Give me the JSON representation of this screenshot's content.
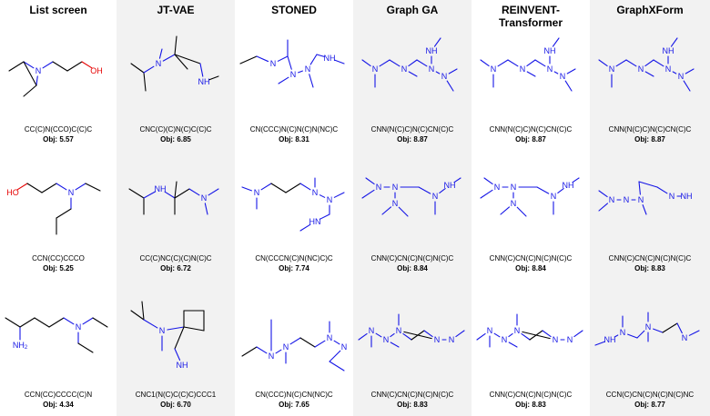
{
  "columns": [
    {
      "header": "List screen",
      "shaded": false,
      "cells": [
        {
          "smiles": "CC(C)N(CCO)C(C)C",
          "obj": "Obj: 5.57"
        },
        {
          "smiles": "CCN(CC)CCCO",
          "obj": "Obj: 5.25"
        },
        {
          "smiles": "CCN(CC)CCCC(C)N",
          "obj": "Obj: 4.34"
        }
      ]
    },
    {
      "header": "JT-VAE",
      "shaded": true,
      "cells": [
        {
          "smiles": "CNC(C)(C)N(C)C(C)C",
          "obj": "Obj: 6.85"
        },
        {
          "smiles": "CC(C)NC(C)(C)N(C)C",
          "obj": "Obj: 6.72"
        },
        {
          "smiles": "CNC1(N(C)C(C)C)CCC1",
          "obj": "Obj: 6.70"
        }
      ]
    },
    {
      "header": "STONED",
      "shaded": false,
      "cells": [
        {
          "smiles": "CN(CCC)N(C)N(C)N(NC)C",
          "obj": "Obj: 8.31"
        },
        {
          "smiles": "CN(CCCN(C)N(NC)C)C",
          "obj": "Obj: 7.74"
        },
        {
          "smiles": "CN(CCC)N(C)CN(NC)C",
          "obj": "Obj: 7.65"
        }
      ]
    },
    {
      "header": "Graph GA",
      "shaded": true,
      "cells": [
        {
          "smiles": "CNN(N(C)C)N(C)CN(C)C",
          "obj": "Obj: 8.87"
        },
        {
          "smiles": "CNN(C)CN(C)N(C)N(C)C",
          "obj": "Obj: 8.84"
        },
        {
          "smiles": "CNN(C)CN(C)N(C)N(C)C",
          "obj": "Obj: 8.83"
        }
      ]
    },
    {
      "header": "REINVENT-Transformer",
      "shaded": false,
      "cells": [
        {
          "smiles": "CNN(N(C)C)N(C)CN(C)C",
          "obj": "Obj: 8.87"
        },
        {
          "smiles": "CNN(C)CN(C)N(C)N(C)C",
          "obj": "Obj: 8.84"
        },
        {
          "smiles": "CNN(C)CN(C)N(C)N(C)C",
          "obj": "Obj: 8.83"
        }
      ]
    },
    {
      "header": "GraphXForm",
      "shaded": true,
      "cells": [
        {
          "smiles": "CNN(N(C)C)N(C)CN(C)C",
          "obj": "Obj: 8.87"
        },
        {
          "smiles": "CNN(C)CN(C)N(C)N(C)C",
          "obj": "Obj: 8.83"
        },
        {
          "smiles": "CCN(C)CN(C)N(C)N(C)NC",
          "obj": "Obj: 8.77"
        }
      ]
    }
  ],
  "atom_labels": {
    "n": "N",
    "nh": "NH",
    "oh": "OH",
    "ho": "HO",
    "nh2": "NH2"
  }
}
